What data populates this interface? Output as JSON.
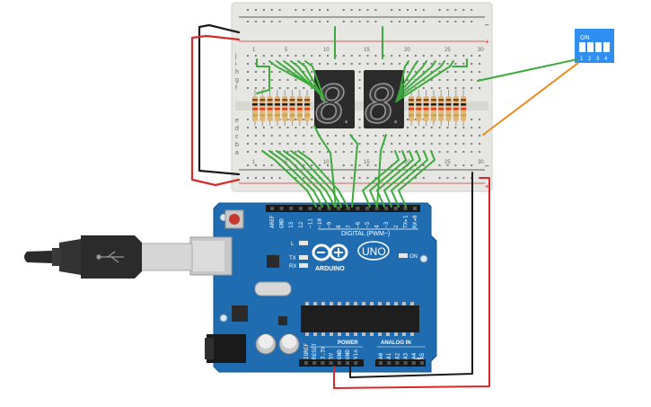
{
  "colors": {
    "board": "#1f6db0",
    "board_dark": "#185a94",
    "breadboard": "#e8e8e4",
    "wire_green": "#3cab3c",
    "wire_red": "#d42a2a",
    "wire_black": "#1a1a1a",
    "wire_orange": "#ef8c1e",
    "dip_switch": "#2f8ef0",
    "segment_display": "#2a2a2a"
  },
  "icons": [
    "usb-cable-icon",
    "arduino-infinity-logo-icon",
    "reset-button-icon",
    "dip-switch-icon"
  ],
  "arduino": {
    "logo_text": "ARDUINO",
    "model_badge": "UNO",
    "digital_header": "DIGITAL (PWM~)",
    "power_header": "POWER",
    "analog_header": "ANALOG IN",
    "on_label": "ON",
    "led_l": "L",
    "led_tx": "TX",
    "led_rx": "RX",
    "digital_pins": [
      "AREF",
      "GND",
      "13",
      "12",
      "~11",
      "~10",
      "~9",
      "8",
      "7",
      "~6",
      "~5",
      "4",
      "~3",
      "2",
      "TX▸1",
      "RX◂0"
    ],
    "power_pins": [
      "IOREF",
      "RESET",
      "3.3V",
      "5V",
      "GND",
      "GND",
      "Vin"
    ],
    "analog_pins": [
      "A0",
      "A1",
      "A2",
      "A3",
      "A4",
      "A5"
    ]
  },
  "dip_switch": {
    "on_label": "ON",
    "numbers": [
      "1",
      "2",
      "3",
      "4"
    ]
  },
  "breadboard": {
    "row_letters_top": [
      "j",
      "i",
      "h",
      "g",
      "f"
    ],
    "row_letters_bottom": [
      "e",
      "d",
      "c",
      "b",
      "a"
    ],
    "column_numbers": [
      "1",
      "5",
      "10",
      "15",
      "20",
      "25",
      "30"
    ],
    "rail_plus": "+",
    "rail_minus": "–"
  },
  "displays": [
    {
      "digit": "8",
      "dp": "."
    },
    {
      "digit": "8",
      "dp": "."
    }
  ]
}
